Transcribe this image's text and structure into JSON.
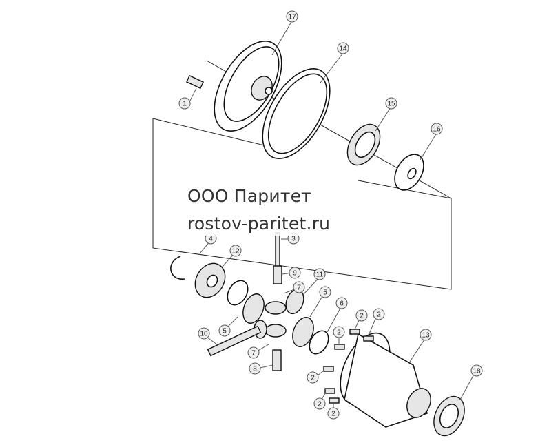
{
  "watermark": {
    "line1": "ООО Паритет",
    "line2": "rostov-paritet.ru"
  },
  "callouts": [
    {
      "label": "17"
    },
    {
      "label": "14"
    },
    {
      "label": "1"
    },
    {
      "label": "15"
    },
    {
      "label": "16"
    },
    {
      "label": "3"
    },
    {
      "label": "4"
    },
    {
      "label": "12"
    },
    {
      "label": "9"
    },
    {
      "label": "7"
    },
    {
      "label": "11"
    },
    {
      "label": "5"
    },
    {
      "label": "5"
    },
    {
      "label": "6"
    },
    {
      "label": "2"
    },
    {
      "label": "2"
    },
    {
      "label": "2"
    },
    {
      "label": "13"
    },
    {
      "label": "10"
    },
    {
      "label": "7"
    },
    {
      "label": "8"
    },
    {
      "label": "2"
    },
    {
      "label": "18"
    },
    {
      "label": "2"
    },
    {
      "label": "2"
    }
  ]
}
